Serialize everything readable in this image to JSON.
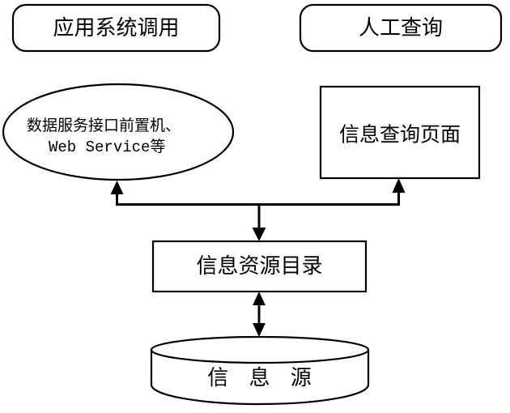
{
  "diagram": {
    "type": "flowchart",
    "title": "",
    "background_color": "#ffffff",
    "stroke_color": "#000000",
    "nodes": {
      "app_call": {
        "label": "应用系统调用",
        "shape": "rounded-rectangle"
      },
      "manual_query": {
        "label": "人工查询",
        "shape": "rounded-rectangle"
      },
      "data_service": {
        "label_line1": "数据服务接口前置机、",
        "label_line2": "Web Service等",
        "shape": "ellipse"
      },
      "query_page": {
        "label": "信息查询页面",
        "shape": "rectangle"
      },
      "resource_catalog": {
        "label": "信息资源目录",
        "shape": "rectangle"
      },
      "info_source": {
        "label": "信 息 源",
        "shape": "cylinder"
      }
    },
    "edges": [
      {
        "name": "catalog-to-data-service",
        "from": "resource_catalog",
        "to": "data_service",
        "direction": "one-way"
      },
      {
        "name": "catalog-to-query-page",
        "from": "resource_catalog",
        "to": "query_page",
        "direction": "one-way"
      },
      {
        "name": "branch-to-catalog",
        "from": "junction",
        "to": "resource_catalog",
        "direction": "one-way"
      },
      {
        "name": "catalog-info-source",
        "from": "resource_catalog",
        "to": "info_source",
        "direction": "two-way"
      }
    ]
  }
}
